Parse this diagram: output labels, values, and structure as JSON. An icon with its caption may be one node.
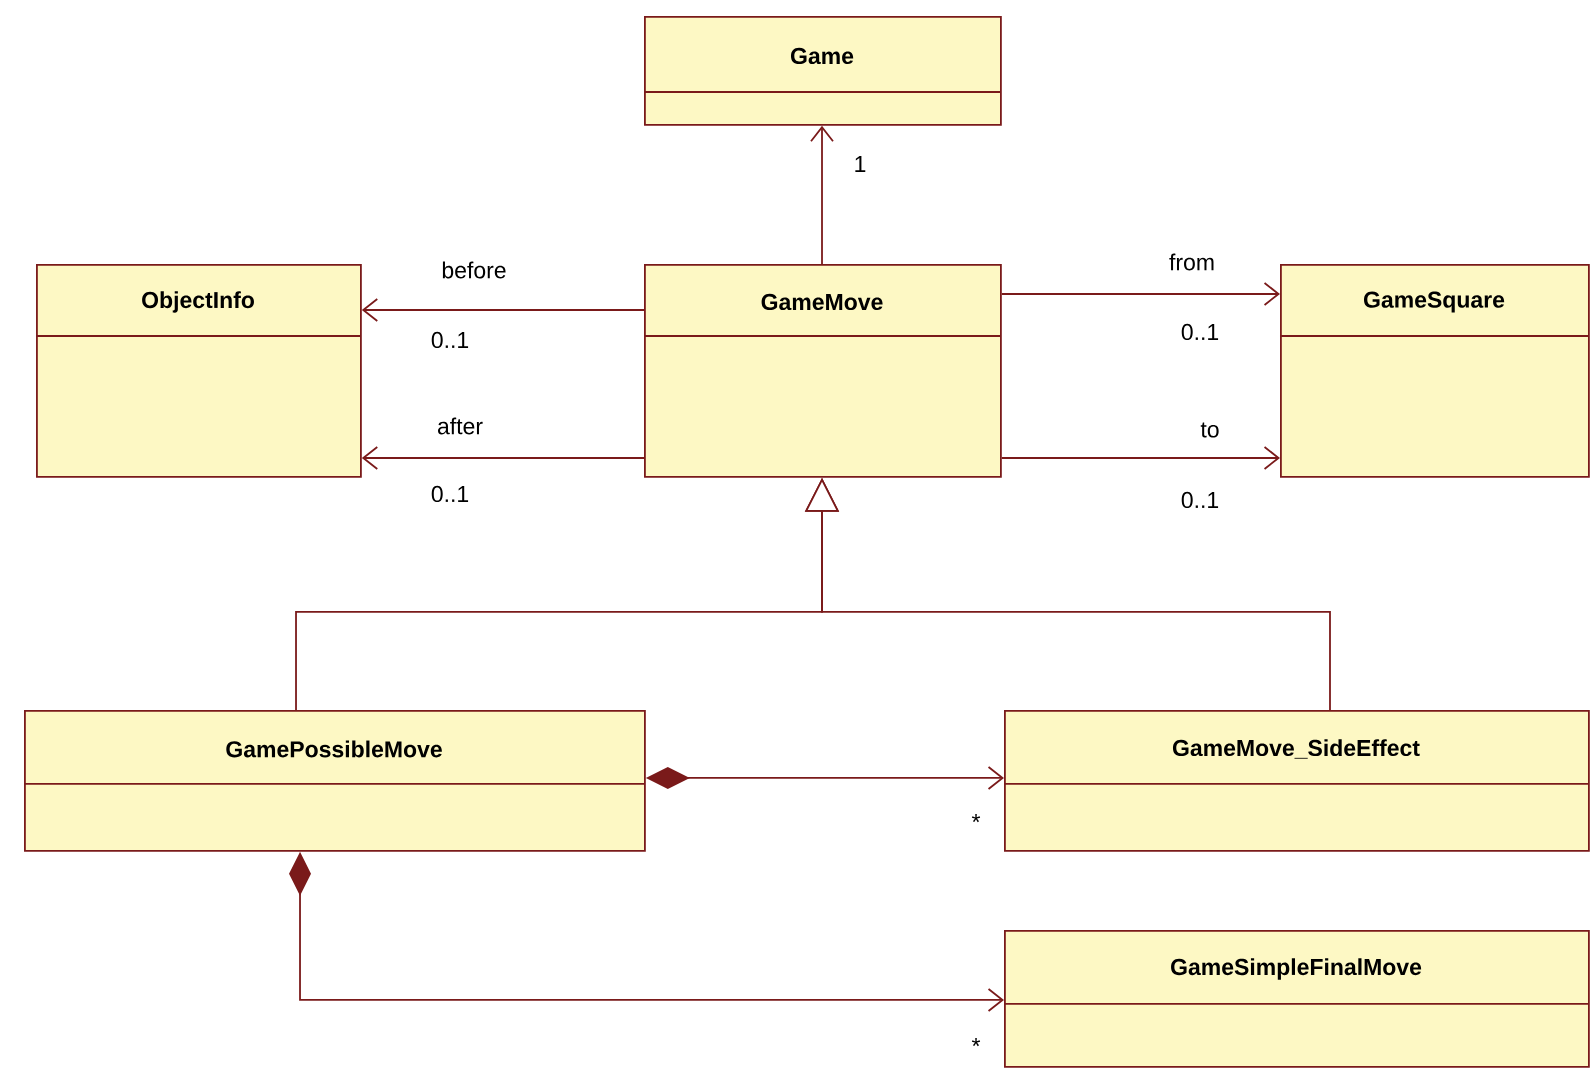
{
  "diagram": {
    "nodes": [
      {
        "text": [
          "Game"
        ]
      },
      {
        "text": [
          "ObjectInfo"
        ]
      },
      {
        "text": [
          "GameMove"
        ]
      },
      {
        "text": [
          "GameSquare"
        ]
      },
      {
        "text": [
          "GamePossibleMove"
        ]
      },
      {
        "text": [
          "GameMove_SideEffect"
        ]
      },
      {
        "text": [
          "GameSimpleFinalMove"
        ]
      }
    ],
    "edges": [
      {
        "from": 2,
        "to": 0,
        "arrow": "to"
      },
      {
        "from": 2,
        "to": 1,
        "arrow": "to",
        "label": "before"
      },
      {
        "from": 2,
        "to": 1,
        "arrow": "to",
        "label": "after"
      },
      {
        "from": 2,
        "to": 3,
        "arrow": "to",
        "label": "from"
      },
      {
        "from": 2,
        "to": 3,
        "arrow": "to",
        "label": "to"
      },
      {
        "from": 4,
        "to": 2,
        "arrow": "to"
      },
      {
        "from": 5,
        "to": 2,
        "arrow": "to"
      },
      {
        "from": 4,
        "to": 5,
        "arrow": "to"
      },
      {
        "from": 4,
        "to": 6,
        "arrow": "to"
      }
    ],
    "labels": [
      "1",
      "0..1",
      "0..1",
      "0..1",
      "0..1",
      "*",
      "*"
    ]
  }
}
